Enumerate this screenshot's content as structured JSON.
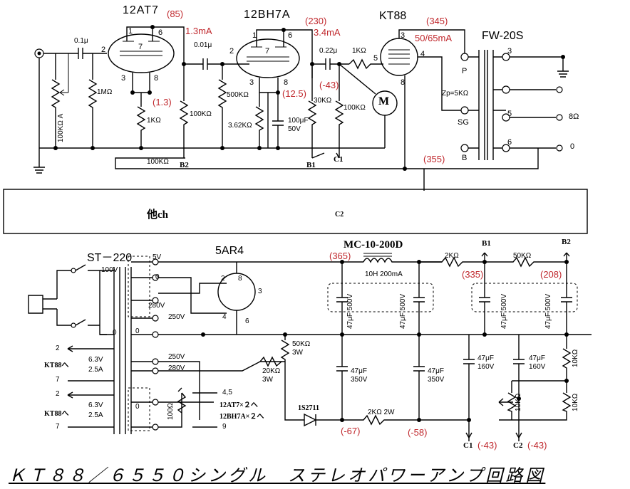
{
  "title": "ＫＴ８８／６５５０シングル　ステレオパワーアンプ回路図",
  "tubes": {
    "t1": "12AT7",
    "t2": "12BH7A",
    "t3": "KT88",
    "t4": "5AR4"
  },
  "transformers": {
    "out": "FW-20S",
    "pwr": "ST－220",
    "choke": "MC-10-200D"
  },
  "red": {
    "v85": "(85)",
    "i13": "1.3mA",
    "v13": "(1.3)",
    "v230": "(230)",
    "i34": "3.4mA",
    "v125": "(12.5)",
    "vm43": "(-43)",
    "v345": "(345)",
    "i50": "50/65mA",
    "v355": "(355)",
    "v365": "(365)",
    "v335": "(335)",
    "v208": "(208)",
    "vm67": "(-67)",
    "vm58": "(-58)"
  },
  "parts": {
    "c01": "0.1μ",
    "c001": "0.01μ",
    "c022": "0.22μ",
    "r1m": "1MΩ",
    "rpot": "100KΩ A",
    "r1k": "1KΩ",
    "r100k": "100KΩ",
    "r500k": "500KΩ",
    "r362k": "3.62KΩ",
    "c100u": "100μF 50V",
    "r30k": "30KΩ",
    "zp": "Zp=5KΩ"
  },
  "labels": {
    "meter": "M",
    "other": "他ch"
  },
  "pins": {
    "p1": "1",
    "p2": "2",
    "p3": "3",
    "p4": "4",
    "p5": "5",
    "p6": "6",
    "p7": "7",
    "p8": "8",
    "p9": "9"
  },
  "ot": {
    "p": "P",
    "sg": "SG",
    "b": "B",
    "t3": "3",
    "t5": "5",
    "t6": "6",
    "o8": "8Ω",
    "o0": "0"
  },
  "nodes": {
    "b1": "B1",
    "b2": "B2",
    "c1": "C1",
    "c2": "C2"
  },
  "ps": {
    "v100": "100V",
    "zero": "0",
    "v5": "5V",
    "v280": "280V",
    "v250": "250V",
    "kt88": "KT88へ",
    "h63": "6.3V",
    "h25": "2.5A",
    "r100": "100Ω",
    "p45": "4,5",
    "at7": "12AT7×２へ",
    "bh7": "12BH7A×２へ",
    "r20k": "20KΩ",
    "w3": "3W",
    "r50k": "50KΩ",
    "diode": "1S2711",
    "r2k2w": "2KΩ 2W",
    "choke": "10H 200mA",
    "r2k": "2KΩ",
    "r50kb": "50KΩ",
    "c47_350": "47μF 350V",
    "c47_160": "47μF 160V",
    "c47_500": "47μF 500V",
    "r10k": "10KΩ"
  }
}
